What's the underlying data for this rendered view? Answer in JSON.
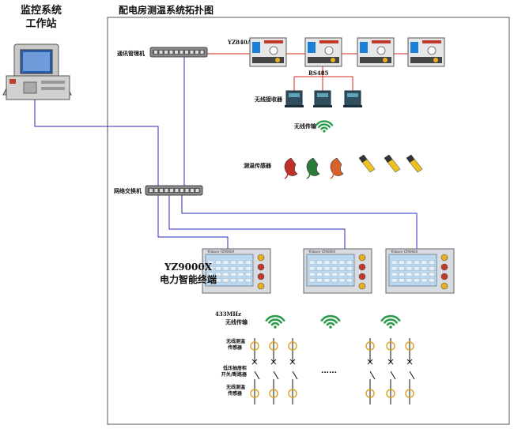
{
  "workstation": {
    "title_line1": "监控系统",
    "title_line2": "工作站"
  },
  "diagram": {
    "title": "配电房测温系统拓扑图"
  },
  "network": {
    "comm_manager": "通讯管理机",
    "network_switch": "网络交换机",
    "controller_model": "YZ840A",
    "bus": "RS485",
    "wireless_receiver": "无线接收器",
    "wireless_transmit": "无线传输",
    "temp_sensor": "测温传感器"
  },
  "terminal": {
    "model": "YZ9000X",
    "name": "电力智能终端",
    "brand": "Yidaora YZ9000X",
    "count": 3
  },
  "field": {
    "wireless_433_line1": "433MHz",
    "wireless_433_line2": "无线传输",
    "sensor_label_line1": "无线测温",
    "sensor_label_line2": "传感器",
    "breaker_label_line1": "低压抽屉柜",
    "breaker_label_line2": "开关/断路器",
    "ellipsis": "……"
  },
  "colors": {
    "red_line": "#d8261c",
    "blue_line": "#2b2bb8",
    "frame": "#555555",
    "panel_blue": "#bcd8ee",
    "device_screen": "#1a7fd6",
    "wifi": "#2a9b4a"
  },
  "counts": {
    "controllers": 4,
    "receivers": 3
  }
}
